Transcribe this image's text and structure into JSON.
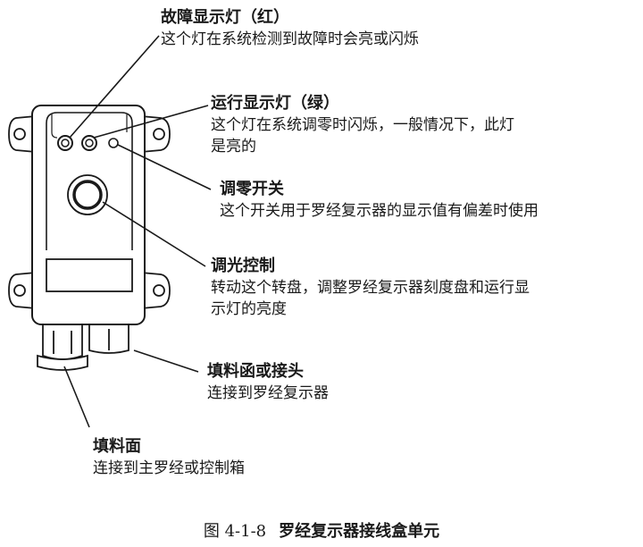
{
  "callouts": [
    {
      "title": "故障显示灯（红）",
      "desc": [
        "这个灯在系统检测到故障时会亮或闪烁"
      ]
    },
    {
      "title": "运行显示灯（绿）",
      "desc": [
        "这个灯在系统调零时闪烁，一般情况下，此灯",
        "是亮的"
      ]
    },
    {
      "title": "调零开关",
      "desc": [
        "这个开关用于罗经复示器的显示值有偏差时使用"
      ]
    },
    {
      "title": "调光控制",
      "desc": [
        "转动这个转盘，调整罗经复示器刻度盘和运行显",
        "示灯的亮度"
      ]
    },
    {
      "title": "填料函或接头",
      "desc": [
        "连接到罗经复示器"
      ]
    },
    {
      "title": "填料面",
      "desc": [
        "连接到主罗经或控制箱"
      ]
    }
  ],
  "caption": {
    "number": "图 4-1-8",
    "text": "罗经复示器接线盒单元"
  }
}
